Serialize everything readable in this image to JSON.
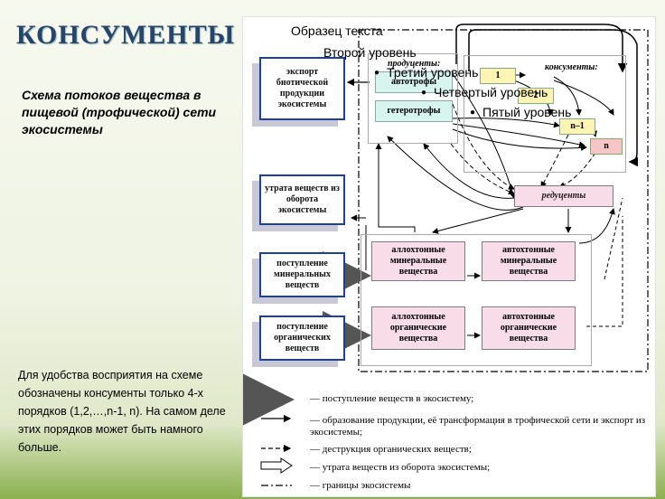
{
  "slide": {
    "title": "КОНСУМЕНТЫ",
    "subtitle": "Схема потоков вещества в пищевой (трофической) сети экосистемы",
    "note": "Для удобства восприятия на схеме обозначены  консументы только 4-х порядков (1,2,…,n-1, n). На самом деле этих порядков может быть намного больше."
  },
  "overlay": {
    "l1": "Образец текста",
    "l2": "Второй уровень",
    "l3": "Третий уровень",
    "l4": "Четвертый уровень",
    "l5": "Пятый уровень"
  },
  "diagram": {
    "export": "экспорт биотической продукции экосистемы",
    "loss": "утрата веществ из оборота экосистемы",
    "mineral_in": "поступление минеральных веществ",
    "organic_in": "поступление органических веществ",
    "producers": "продуценты:",
    "autotrophs": "автотрофы",
    "heterotrophs": "гетеротрофы",
    "consumers": "консументы:",
    "c1": "1",
    "c2": "2",
    "cn1": "n–1",
    "cn": "n",
    "reducers": "редуценты",
    "allo_min": "аллохтонные минеральные вещества",
    "auto_min": "автохтонные минеральные вещества",
    "allo_org": "аллохтонные органические вещества",
    "auto_org": "автохтонные органические вещества"
  },
  "legend": {
    "items": [
      "—   поступление веществ в экосистему;",
      "—   образование продукции, её трансформация в трофической сети и экспорт из экосистемы;",
      "—  деструкция органических веществ;",
      "—   утрата веществ из оборота экосистемы;",
      "—   границы экосистемы"
    ]
  },
  "colors": {
    "title": "#27446b",
    "box_border": "#1f3f9e",
    "pink_box": "#f8dce8",
    "reducers": "#f6c6c6",
    "mint": "#d7f4ee"
  }
}
